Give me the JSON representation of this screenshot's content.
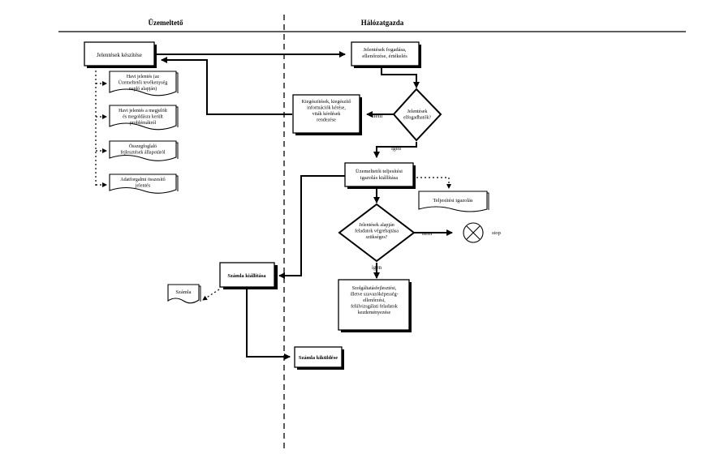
{
  "lanes": {
    "left": "Üzemeltető",
    "right": "Hálózatgazda"
  },
  "nodes": {
    "reports": [
      "Jelentések készítése"
    ],
    "receive": [
      "Jelentések fogadása,",
      "ellenőrzése, értékelés"
    ],
    "info": [
      "Kiegészítések, kiegészítő",
      "információk kérése,",
      "viták kérdések",
      "rendezése"
    ],
    "decision1": [
      "Jelentések",
      "elfogadhatók?"
    ],
    "perf_cert": [
      "Üzemeltetői teljesítési",
      "igazolás kiállítása"
    ],
    "perf_doc": [
      "Teljesítési igazolás"
    ],
    "decision2": [
      "Jelentések alapján",
      "feladatok végrehajtása",
      "szükséges?"
    ],
    "stop": "stop",
    "invoice": [
      "Számla kiállítása"
    ],
    "invoice_doc": [
      "Számla"
    ],
    "tasks": [
      "Szolgáltatásfejlesztési,",
      "illetve szavazóképesség-",
      "ellenőrzési,",
      "felülvizsgálati feladatok",
      "kezdeményezése"
    ],
    "invoice_send": [
      "Számla kiküldése"
    ]
  },
  "documents": {
    "monthly": [
      "Havi jelentés (az",
      "Üzemeltetői tevékenység",
      "napló alapján)"
    ],
    "monthly_errors": [
      "Havi jelentés a megjelölt",
      "és megoldásra került",
      "problémákról"
    ],
    "summary": [
      "Összegfoglaló",
      "fejlesztések állapotáról"
    ],
    "traffic": [
      "Adatforgalmi összesítő",
      "jelentés"
    ]
  },
  "edge_labels": {
    "no1": "nem",
    "yes1": "igen",
    "no2": "nem",
    "yes2": "igen"
  },
  "icons": {
    "stop_symbol": "circle-x-icon"
  }
}
